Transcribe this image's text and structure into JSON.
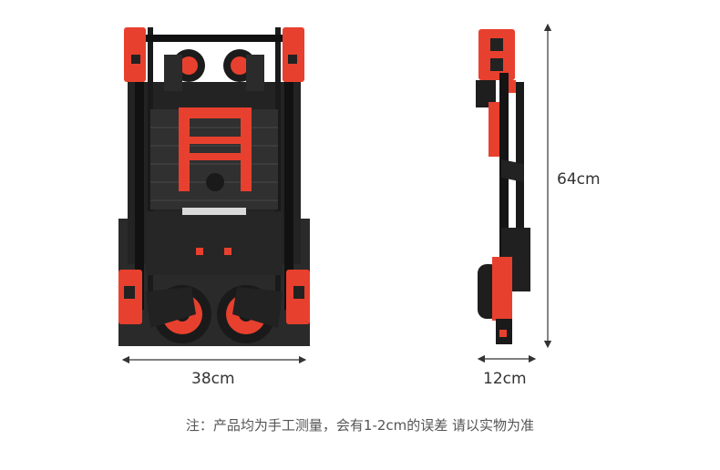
{
  "dimensions": {
    "width_label": "38cm",
    "height_label": "64cm",
    "depth_label": "12cm"
  },
  "note": "注：产品均为手工测量，会有1-2cm的误差 请以实物为准",
  "colors": {
    "frame": "#1f1f1f",
    "accent": "#e8402e",
    "dimension_line": "#333333"
  }
}
